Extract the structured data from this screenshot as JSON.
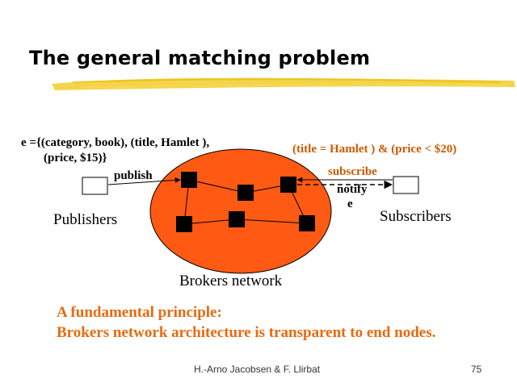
{
  "slide": {
    "title": "The general matching problem",
    "accent_color": "#f2cc2a"
  },
  "diagram": {
    "event_line1": "e ={(category, book), (title, Hamlet ),",
    "event_line2": "(price, $15)}",
    "publish_label": "publish",
    "filter_label": "(title = Hamlet ) & (price < $20)",
    "subscribe_label": "subscribe",
    "notify_label": "notify",
    "notify_event": "e",
    "publishers_label": "Publishers",
    "subscribers_label": "Subscribers",
    "brokers_label": "Brokers network",
    "network_color": "#ff5a14",
    "broker_color": "#000000"
  },
  "principle": {
    "line1": "A fundamental principle:",
    "line2": "Brokers network architecture is transparent to end nodes.",
    "color": "#e86a10"
  },
  "footer": {
    "authors": "H.-Arno Jacobsen & F. Llirbat",
    "page": "75"
  }
}
